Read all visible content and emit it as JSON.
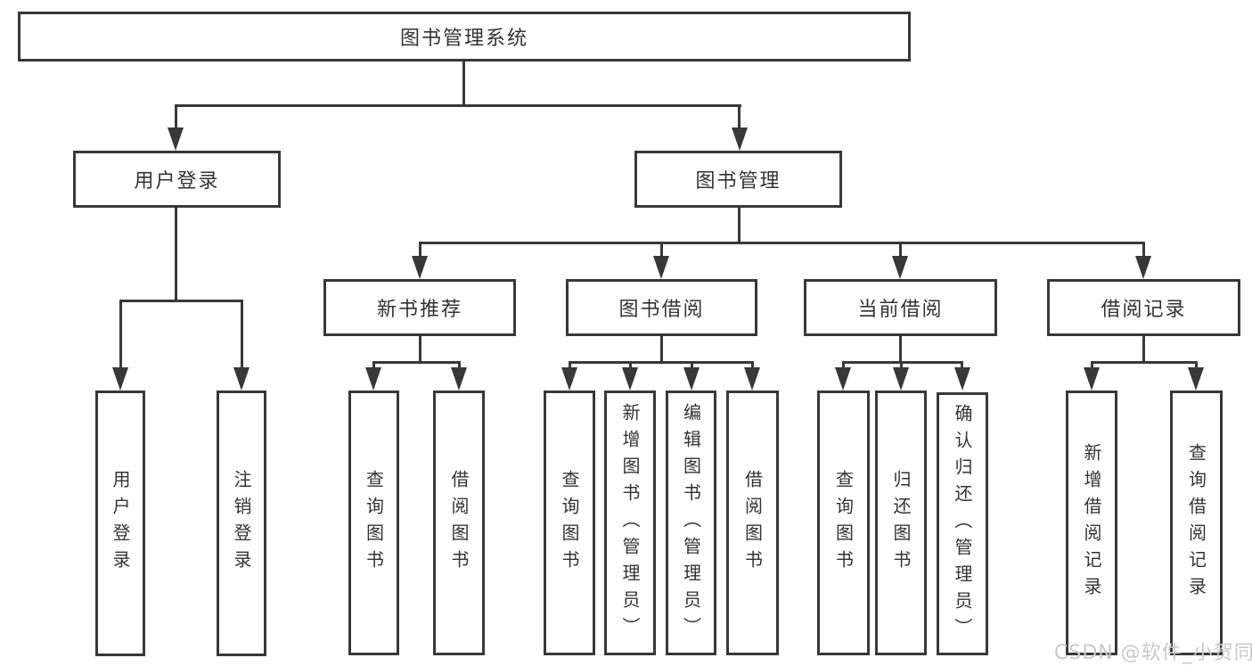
{
  "colors": {
    "line": "#383838",
    "text": "#333333",
    "box_background": "#ffffff",
    "watermark": "#c9c9c9"
  },
  "watermark": {
    "text": "CSDN @软件_小贺同学"
  },
  "diagram": {
    "type": "tree",
    "root": {
      "label": "图书管理系统"
    },
    "level2": [
      {
        "label": "用户登录",
        "parent": "图书管理系统"
      },
      {
        "label": "图书管理",
        "parent": "图书管理系统"
      }
    ],
    "level3": [
      {
        "label": "新书推荐",
        "parent": "图书管理"
      },
      {
        "label": "图书借阅",
        "parent": "图书管理"
      },
      {
        "label": "当前借阅",
        "parent": "图书管理"
      },
      {
        "label": "借阅记录",
        "parent": "图书管理"
      }
    ],
    "leaves": [
      {
        "label": "用户登录",
        "parent": "用户登录"
      },
      {
        "label": "注销登录",
        "parent": "用户登录"
      },
      {
        "label": "查询图书",
        "parent": "新书推荐"
      },
      {
        "label": "借阅图书",
        "parent": "新书推荐"
      },
      {
        "label": "查询图书",
        "parent": "图书借阅"
      },
      {
        "label": "新增图书（管理员）",
        "parent": "图书借阅"
      },
      {
        "label": "编辑图书（管理员）",
        "parent": "图书借阅"
      },
      {
        "label": "借阅图书",
        "parent": "图书借阅"
      },
      {
        "label": "查询图书",
        "parent": "当前借阅"
      },
      {
        "label": "归还图书",
        "parent": "当前借阅"
      },
      {
        "label": "确认归还（管理员）",
        "parent": "当前借阅"
      },
      {
        "label": "新增借阅记录",
        "parent": "借阅记录"
      },
      {
        "label": "查询借阅记录",
        "parent": "借阅记录"
      }
    ]
  }
}
